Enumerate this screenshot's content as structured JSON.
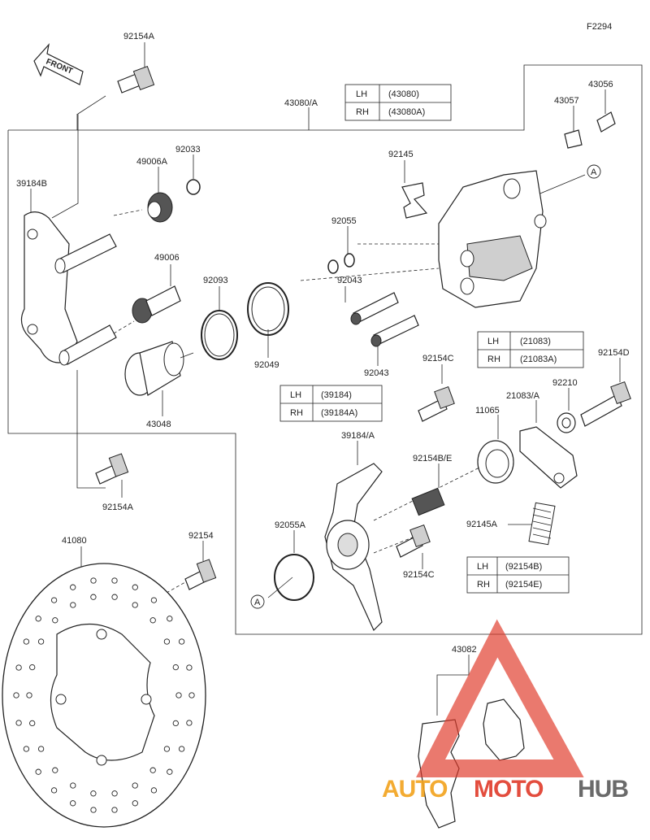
{
  "figure_code": "F2294",
  "front_label": "FRONT",
  "callout_marker": "A",
  "part_labels": {
    "p92154A_top": "92154A",
    "p43080A": "43080/A",
    "p43056": "43056",
    "p43057": "43057",
    "p92033": "92033",
    "p49006A": "49006A",
    "p39184B": "39184B",
    "p92145": "92145",
    "p92055": "92055",
    "p49006": "49006",
    "p92093": "92093",
    "p92043_a": "92043",
    "p92049": "92049",
    "p92043_b": "92043",
    "p92154C_top": "92154C",
    "p92154D": "92154D",
    "p92210": "92210",
    "p43048": "43048",
    "p21083A": "21083/A",
    "p11065": "11065",
    "p39184A": "39184/A",
    "p92154BE": "92154B/E",
    "p92154A_bot": "92154A",
    "p92055A": "92055A",
    "p92145A": "92145A",
    "p41080": "41080",
    "p92154": "92154",
    "p92154C_bot": "92154C",
    "p43082": "43082"
  },
  "tables": {
    "t43080": {
      "rows": [
        {
          "side": "LH",
          "part": "(43080)"
        },
        {
          "side": "RH",
          "part": "(43080A)"
        }
      ]
    },
    "t21083": {
      "rows": [
        {
          "side": "LH",
          "part": "(21083)"
        },
        {
          "side": "RH",
          "part": "(21083A)"
        }
      ]
    },
    "t39184": {
      "rows": [
        {
          "side": "LH",
          "part": "(39184)"
        },
        {
          "side": "RH",
          "part": "(39184A)"
        }
      ]
    },
    "t92154": {
      "rows": [
        {
          "side": "LH",
          "part": "(92154B)"
        },
        {
          "side": "RH",
          "part": "(92154E)"
        }
      ]
    }
  },
  "watermark": {
    "part1": "AUTO",
    "part2": "MOTO",
    "part3": "HUB"
  },
  "colors": {
    "watermark_red": "#e03a2a",
    "watermark_orange": "#f2a21c",
    "watermark_gray": "#5a5a5a",
    "line": "#222222"
  }
}
